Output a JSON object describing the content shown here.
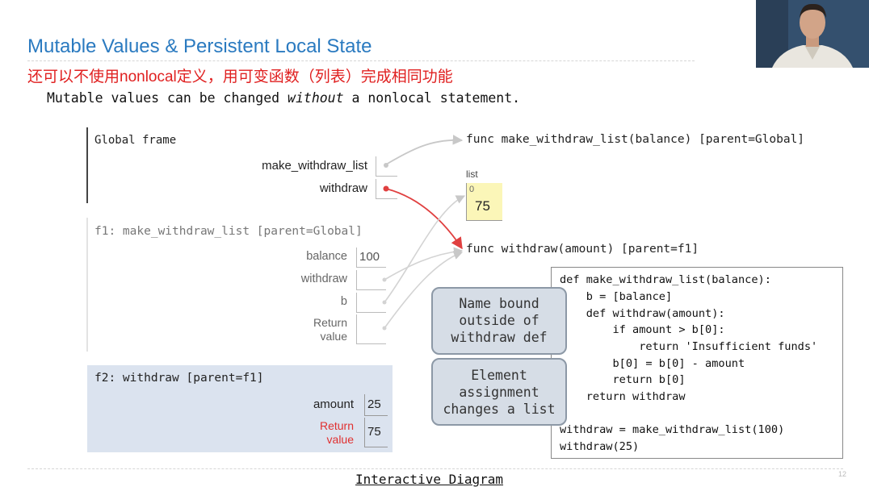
{
  "slide": {
    "title": "Mutable Values & Persistent Local State",
    "subtitle": "还可以不使用nonlocal定义，用可变函数（列表）完成相同功能",
    "lead_before": "Mutable values can be changed ",
    "lead_italic": "without",
    "lead_after": " a nonlocal statement.",
    "footer_link": "Interactive Diagram",
    "page_number": "12"
  },
  "global_frame": {
    "label": "Global frame",
    "vars": [
      {
        "name": "make_withdraw_list"
      },
      {
        "name": "withdraw"
      }
    ]
  },
  "func_objects": {
    "make_withdraw_list": "func make_withdraw_list(balance) [parent=Global]",
    "withdraw": "func withdraw(amount) [parent=f1]"
  },
  "list_object": {
    "type_label": "list",
    "index": "0",
    "value": "75"
  },
  "f1_frame": {
    "label": "f1: make_withdraw_list [parent=Global]",
    "vars": [
      {
        "name": "balance",
        "value": "100"
      },
      {
        "name": "withdraw",
        "value": ""
      },
      {
        "name": "b",
        "value": ""
      }
    ],
    "return_label_1": "Return",
    "return_label_2": "value"
  },
  "f2_frame": {
    "label": "f2: withdraw [parent=f1]",
    "vars": [
      {
        "name": "amount",
        "value": "25"
      }
    ],
    "return_label_1": "Return",
    "return_label_2": "value",
    "return_value": "75"
  },
  "bubbles": {
    "name_bound": [
      "Name bound",
      "outside of",
      "withdraw def"
    ],
    "element_assignment": [
      "Element",
      "assignment",
      "changes a list"
    ]
  },
  "code": [
    "def make_withdraw_list(balance):",
    "    b = [balance]",
    "    def withdraw(amount):",
    "        if amount > b[0]:",
    "            return 'Insufficient funds'",
    "        b[0] = b[0] - amount",
    "        return b[0]",
    "    return withdraw",
    "",
    "withdraw = make_withdraw_list(100)",
    "withdraw(25)"
  ],
  "colors": {
    "title": "#2a7ac0",
    "subtitle": "#e02020",
    "highlight_arrow": "#e04040",
    "pointer_gray": "#c8c8c8",
    "f2_background": "#dbe3ef",
    "list_background": "#fbf6b8",
    "bubble_background": "#d6dde6"
  }
}
